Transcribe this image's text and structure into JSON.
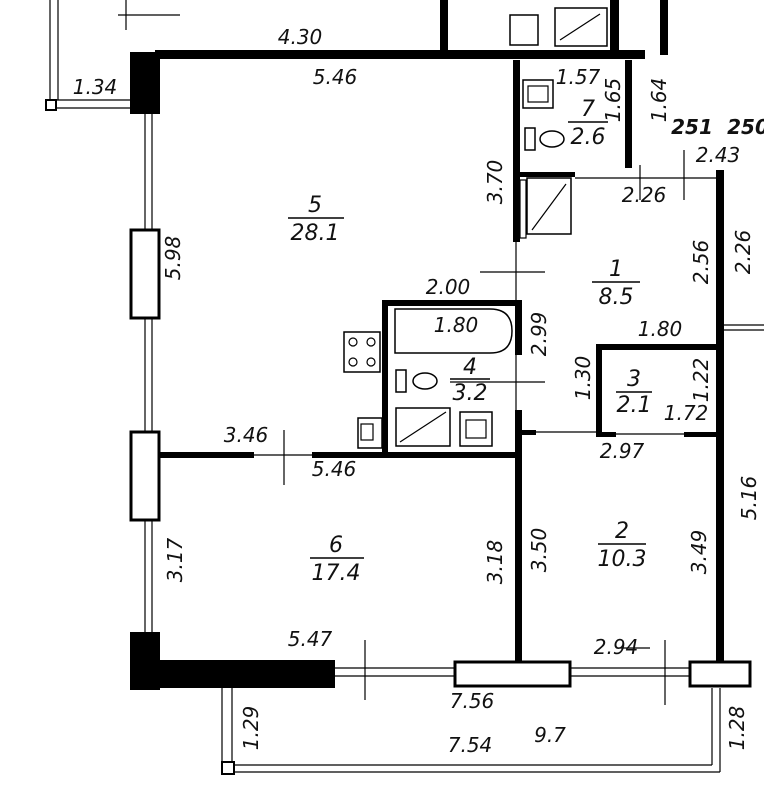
{
  "rooms": [
    {
      "id": "5",
      "number": "5",
      "area": "28.1"
    },
    {
      "id": "6",
      "number": "6",
      "area": "17.4"
    },
    {
      "id": "1",
      "number": "1",
      "area": "8.5"
    },
    {
      "id": "2",
      "number": "2",
      "area": "10.3"
    },
    {
      "id": "3",
      "number": "3",
      "area": "2.1"
    },
    {
      "id": "4",
      "number": "4",
      "area": "3.2"
    },
    {
      "id": "7",
      "number": "7",
      "area": "2.6"
    }
  ],
  "dimensions": {
    "d_4_30": "4.30",
    "d_1_34": "1.34",
    "d_5_46_top": "5.46",
    "d_1_57": "1.57",
    "d_1_65": "1.65",
    "d_1_64": "1.64",
    "d_251": "251",
    "d_250": "250",
    "d_2_43": "2.43",
    "d_2_26_h": "2.26",
    "d_3_70": "3.70",
    "d_5_98": "5.98",
    "d_2_56": "2.56",
    "d_2_26_v": "2.26",
    "d_2_00": "2.00",
    "d_2_99": "2.99",
    "d_1_80_bath": "1.80",
    "d_1_80_hall": "1.80",
    "d_1_30": "1.30",
    "d_1_22": "1.22",
    "d_1_72": "1.72",
    "d_3_46": "3.46",
    "d_5_46_mid": "5.46",
    "d_2_97": "2.97",
    "d_5_16": "5.16",
    "d_3_17": "3.17",
    "d_3_18": "3.18",
    "d_3_50": "3.50",
    "d_3_49": "3.49",
    "d_5_47": "5.47",
    "d_2_94": "2.94",
    "d_7_56": "7.56",
    "d_1_29": "1.29",
    "d_7_54": "7.54",
    "d_9_7": "9.7",
    "d_1_28": "1.28"
  },
  "colors": {
    "wall": "#000000",
    "background": "#ffffff"
  }
}
